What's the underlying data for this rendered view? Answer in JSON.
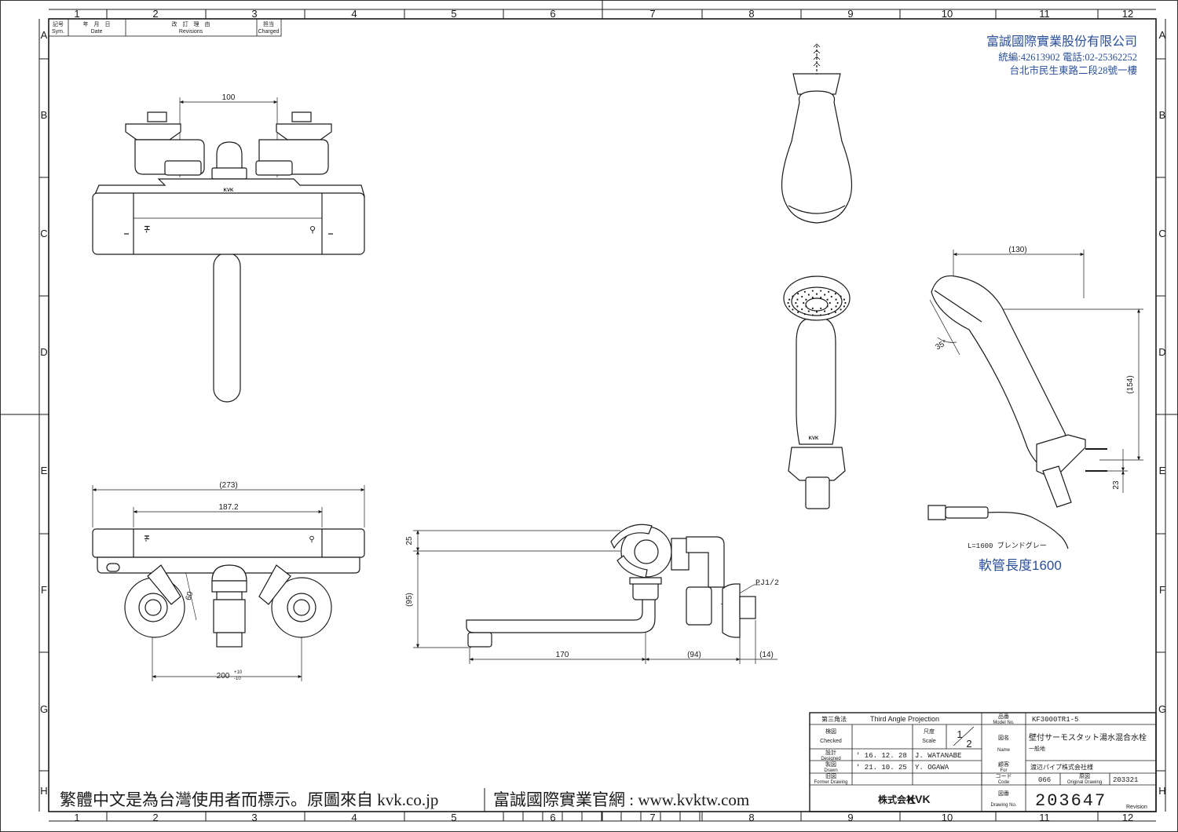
{
  "grid": {
    "columns": [
      "1",
      "2",
      "3",
      "4",
      "5",
      "6",
      "7",
      "8",
      "9",
      "10",
      "11",
      "12"
    ],
    "rows": [
      "A",
      "B",
      "C",
      "D",
      "E",
      "F",
      "G",
      "H"
    ]
  },
  "revision_table": {
    "sym": "記号",
    "sym_en": "Sym.",
    "date": "年　月　日",
    "date_en": "Date",
    "revisions": "改　訂　理　由",
    "revisions_en": "Revisions",
    "charged": "担当",
    "charged_en": "Charged"
  },
  "company_note": {
    "name": "富誠國際實業股份有限公司",
    "ids": "統編:42613902 電話:02-25362252",
    "address": "台北市民生東路二段28號一樓"
  },
  "dimensions": {
    "front_spacing": "100",
    "top_overall": "(273)",
    "top_body": "187.2",
    "top_angle": "60",
    "top_inlet": "200",
    "top_inlet_tol_upper": "+10",
    "top_inlet_tol_lower": "-10",
    "side_top": "25",
    "side_height": "(95)",
    "side_spout": "170",
    "side_depth": "(94)",
    "side_wall": "(14)",
    "side_thread": "PJ1/2",
    "head_length": "(130)",
    "head_height": "(154)",
    "head_angle": "35°",
    "head_bracket": "23"
  },
  "hose_note": "L=1600 ブレンドグレー",
  "hose_label_zh": "軟管長度1600",
  "brand_mark": "KVK",
  "body_marks": {
    "left": "H-",
    "right": "⚲"
  },
  "title_block": {
    "projection_label": "第三角法",
    "projection": "Third Angle Projection",
    "model_label": "品番",
    "model_label_en": "Model No.",
    "model_no": "KF3000TR1-5",
    "checked_label": "検図",
    "checked_label_en": "Checked",
    "scale_label": "尺度",
    "scale_label_en": "Scale",
    "scale_num": "1",
    "scale_den": "2",
    "name_label": "図名",
    "name_label_en": "Name",
    "name": "壁付サーモスタット湯水混合水栓",
    "name_sub": "一般地",
    "designed_label": "設計",
    "designed_label_en": "Designed",
    "designed_date": "' 16. 12. 28",
    "designed_by": "J. WATANABE",
    "drawn_label": "製図",
    "drawn_label_en": "Drawn",
    "drawn_date": "' 21. 10. 25",
    "drawn_by": "Y. OGAWA",
    "for_label": "顧客",
    "for_label_en": "For",
    "for": "渡辺パイプ株式会社様",
    "former_label": "旧図",
    "former_label_en": "Former Drawing",
    "code_label": "コード",
    "code_label_en": "Code",
    "code": "066",
    "original_label": "原図",
    "original_label_en": "Original Drawing",
    "original": "203321",
    "company": "株式会社",
    "company_brand": "KVK",
    "drawing_label": "図番",
    "drawing_label_en": "Drawing No.",
    "drawing_no": "203647",
    "revision_label": "Revision"
  },
  "footer_note": {
    "left": "繁體中文是為台灣使用者而標示。原圖來自 kvk.co.jp",
    "right": "富誠國際實業官網 : www.kvktw.com"
  }
}
